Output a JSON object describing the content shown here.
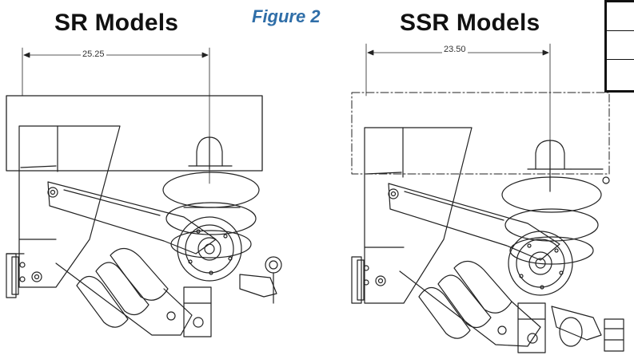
{
  "figure": {
    "caption": "Figure 2",
    "left_panel": {
      "title": "SR Models",
      "dimension": "25.25"
    },
    "right_panel": {
      "title": "SSR Models",
      "dimension": "23.50"
    }
  },
  "colors": {
    "caption": "#2f6ea8",
    "line": "#222222"
  }
}
